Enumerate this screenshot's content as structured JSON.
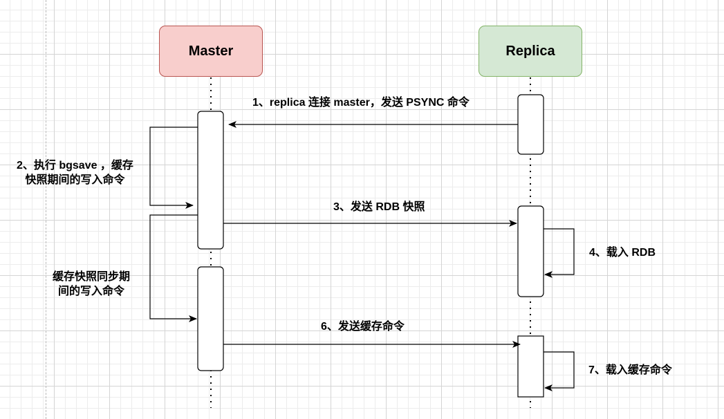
{
  "participants": {
    "master": "Master",
    "replica": "Replica"
  },
  "messages": {
    "m1": "1、replica 连接 master，发送 PSYNC 命令",
    "m2_line1": "2、执行 bgsave ，缓存",
    "m2_line2": "快照期间的写入命令",
    "m3": "3、发送 RDB 快照",
    "m4": "4、载入 RDB",
    "m5_line1": "缓存快照同步期",
    "m5_line2": "间的写入命令",
    "m6": "6、发送缓存命令",
    "m7": "7、载入缓存命令"
  },
  "colors": {
    "master_fill": "#f8cecc",
    "master_border": "#b85450",
    "replica_fill": "#d5e8d4",
    "replica_border": "#82b366",
    "line": "#000000"
  }
}
